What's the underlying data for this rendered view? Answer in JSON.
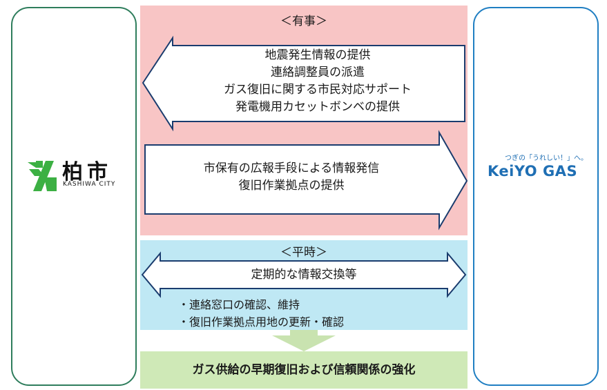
{
  "left_org": {
    "name": "柏市",
    "subtitle": "KASHIWA CITY"
  },
  "right_org": {
    "tagline": "つぎの「うれしい！」へ。",
    "name": "KeiYO GAS"
  },
  "emergency": {
    "heading": "＜有事＞",
    "to_city_lines": [
      "地震発生情報の提供",
      "連絡調整員の派遣",
      "ガス復旧に関する市民対応サポート",
      "発電機用カセットボンベの提供"
    ],
    "to_gas_lines": [
      "市保有の広報手段による情報発信",
      "復旧作業拠点の提供"
    ]
  },
  "normal": {
    "heading": "＜平時＞",
    "exchange_label": "定期的な情報交換等",
    "bullets": [
      "・連絡窓口の確認、維持",
      "・復旧作業拠点用地の更新・確認"
    ]
  },
  "result": "ガス供給の早期復旧および信頼関係の強化",
  "colors": {
    "emergency_bg": "#f8c5c5",
    "normal_bg": "#bfe8f4",
    "result_bg": "#cfe9b7",
    "arrow_down": "#c9e3b0",
    "city_green": "#3cb043",
    "gas_blue": "#1f6fb4"
  }
}
